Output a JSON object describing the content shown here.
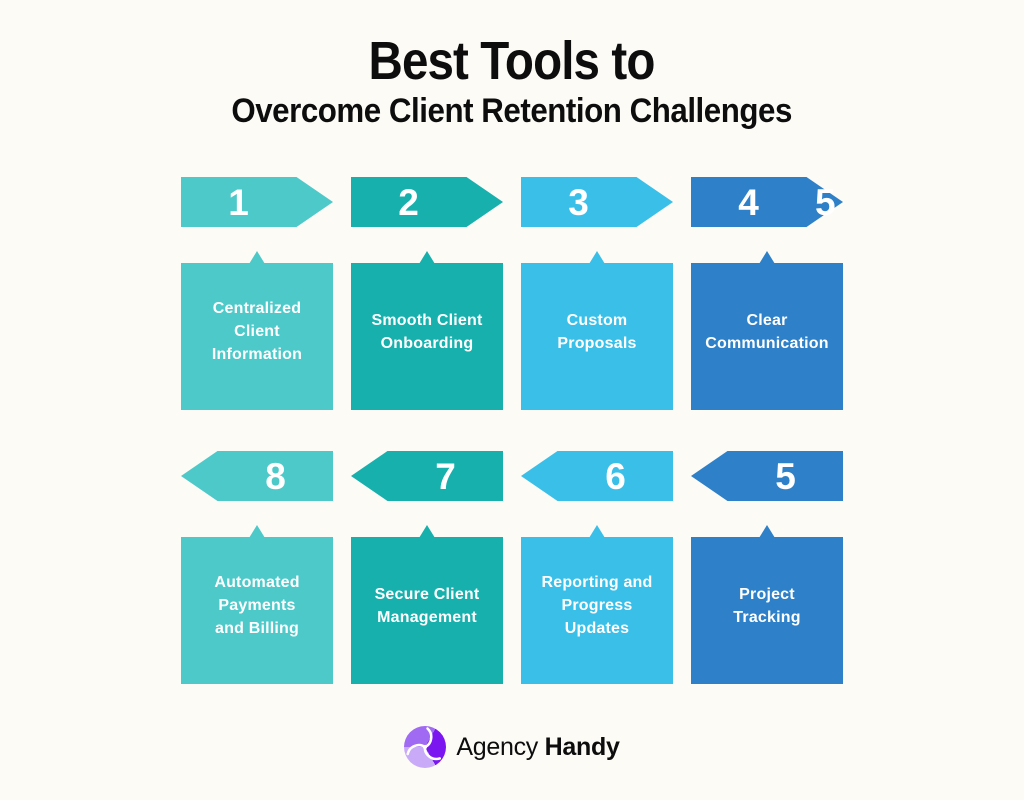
{
  "title": {
    "line1": "Best Tools to",
    "line2": "Overcome Client Retention Challenges"
  },
  "palette": {
    "background": "#fdfbf6",
    "text_dark": "#0d0d0d",
    "teal_light": "#4ec9c9",
    "teal": "#17b0ad",
    "cyan": "#3abfe9",
    "blue": "#2e81c8",
    "white": "#ffffff",
    "logo_purple_vivid": "#7b16f0",
    "logo_purple_mid": "#a06af3",
    "logo_purple_light": "#c9aaf8"
  },
  "steps": [
    {
      "number": "1",
      "lines": [
        "Centralized",
        "Client",
        "Information"
      ],
      "color": "#4ec9c9"
    },
    {
      "number": "2",
      "lines": [
        "Smooth Client",
        "Onboarding"
      ],
      "color": "#17b0ad"
    },
    {
      "number": "3",
      "lines": [
        "Custom",
        "Proposals"
      ],
      "color": "#3abfe9"
    },
    {
      "number": "4",
      "lines": [
        "Clear",
        "Communication"
      ],
      "color": "#2e81c8"
    },
    {
      "number": "5",
      "lines": [
        "Project",
        "Tracking"
      ],
      "color": "#2e81c8"
    },
    {
      "number": "6",
      "lines": [
        "Reporting and",
        "Progress",
        "Updates"
      ],
      "color": "#3abfe9"
    },
    {
      "number": "7",
      "lines": [
        "Secure Client",
        "Management"
      ],
      "color": "#17b0ad"
    },
    {
      "number": "8",
      "lines": [
        "Automated",
        "Payments",
        "and Billing"
      ],
      "color": "#4ec9c9"
    }
  ],
  "overflow_number": "5",
  "footer": {
    "brand_first": "Agency",
    "brand_second": "Handy",
    "logo_icon": "agency-handy-swirl-logo"
  }
}
